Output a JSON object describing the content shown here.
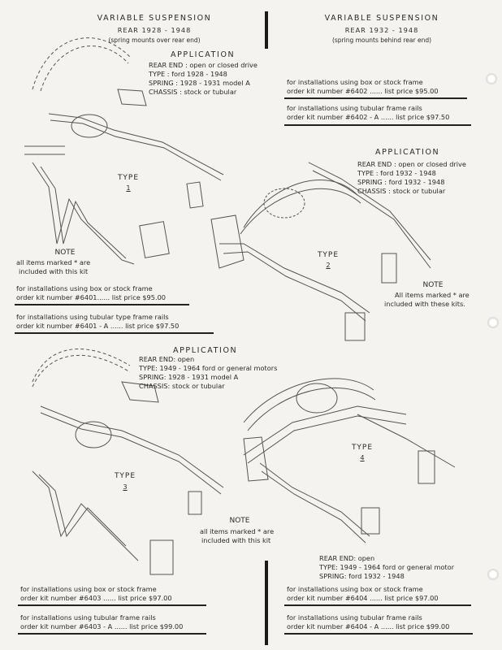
{
  "left_top": {
    "title": "VARIABLE SUSPENSION",
    "rear_line": "REAR      1928 - 1948",
    "mount_note": "(spring mounts over rear end)",
    "app_heading": "APPLICATION",
    "app_lines": [
      "REAR END : open or closed drive",
      "TYPE : ford  1928 - 1948",
      "SPRING : 1928 - 1931 model A",
      "CHASSIS : stock or tubular"
    ],
    "type_label": "TYPE",
    "type_num": "1",
    "note_heading": "NOTE",
    "note_lines": [
      "all items marked * are",
      "included with this kit"
    ],
    "kit1": [
      "for installations using box or stock frame",
      "order kit number #6401...... list price $95.00"
    ],
    "kit2": [
      "for installations using tubular type frame rails",
      "order kit number #6401 - A ...... list price $97.50"
    ]
  },
  "right_top": {
    "title": "VARIABLE SUSPENSION",
    "rear_line": "REAR 1932  -  1948",
    "mount_note": "(spring mounts behind rear end)",
    "kit1": [
      "for installations using box or stock frame",
      "order kit number #6402 ...... list price $95.00"
    ],
    "kit2": [
      "for installations using tubular frame rails",
      "order kit number #6402 - A ...... list price $97.50"
    ],
    "app_heading": "APPLICATION",
    "app_lines": [
      "REAR END : open or closed drive",
      "TYPE : ford 1932 - 1948",
      "SPRING : ford 1932 - 1948",
      "CHASSIS : stock or tubular"
    ],
    "type_label": "TYPE",
    "type_num": "2",
    "note_heading": "NOTE",
    "note_lines": [
      "All items marked * are",
      "included with these kits."
    ]
  },
  "left_bottom": {
    "app_heading": "APPLICATION",
    "app_lines": [
      "REAR END: open",
      "TYPE: 1949 - 1964 ford or general motors",
      "SPRING: 1928 - 1931 model A",
      "CHASSIS: stock or tubular"
    ],
    "type_label": "TYPE",
    "type_num": "3",
    "note_heading": "NOTE",
    "note_lines": [
      "all items marked * are",
      "included with this kit"
    ],
    "kit1": [
      "for installations using box or stock frame",
      "order kit number #6403 ...... list price $97.00"
    ],
    "kit2": [
      "for installations using tubular frame rails",
      "order kit number #6403 - A ...... list price $99.00"
    ]
  },
  "right_bottom": {
    "type_label": "TYPE",
    "type_num": "4",
    "app_lines": [
      "REAR END: open",
      "TYPE: 1949 - 1964 ford or general motor",
      "SPRING: ford 1932 - 1948"
    ],
    "kit1": [
      "for installations using box or stock frame",
      "order kit number #6404 ...... list price $97.00"
    ],
    "kit2": [
      "for installations using tubular frame rails",
      "order kit number #6404 - A ...... list price $99.00"
    ]
  },
  "colors": {
    "paper": "#f4f3ef",
    "ink": "#2a2a2a",
    "bar": "#1a1a1a"
  }
}
